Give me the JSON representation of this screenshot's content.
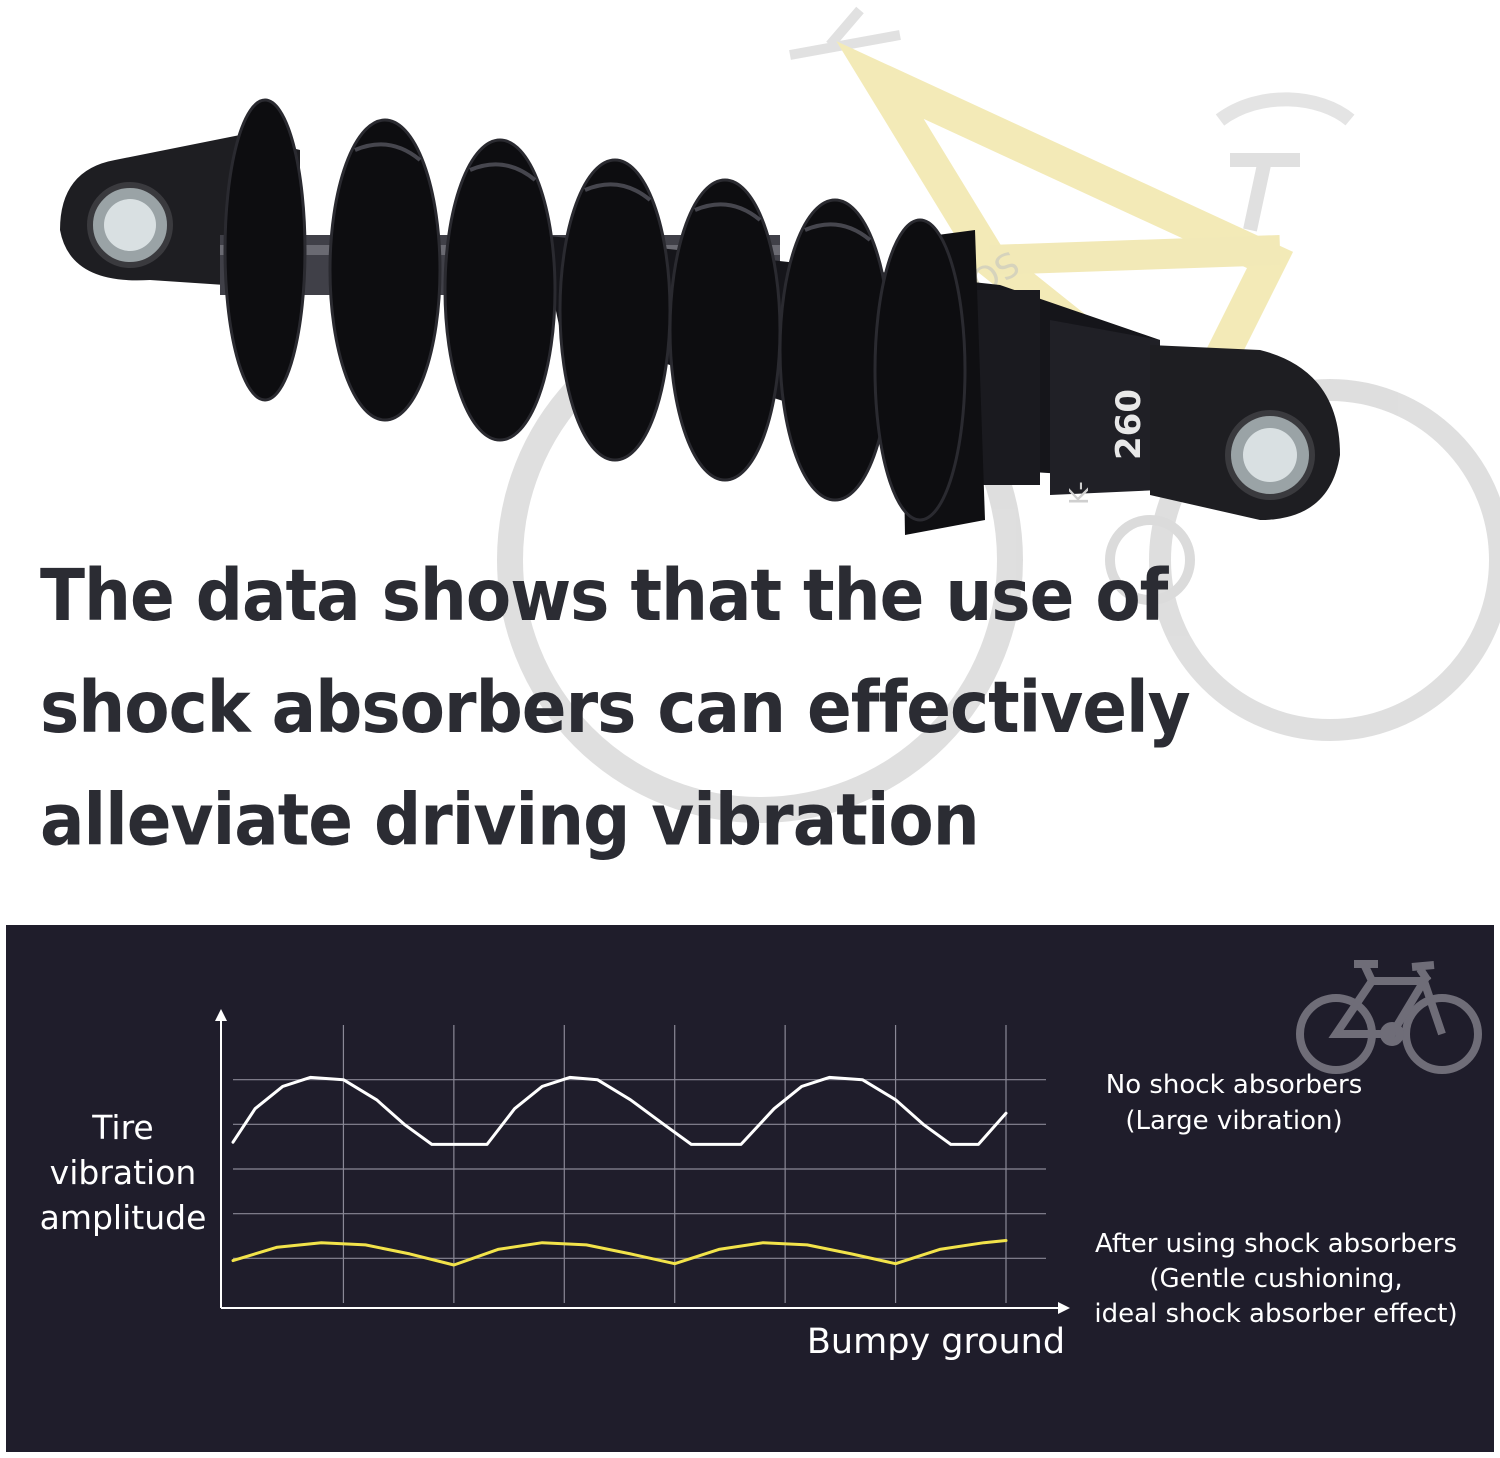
{
  "headline": {
    "lines": [
      "The data shows that the use of",
      "shock absorbers can effectively",
      "alleviate driving vibration"
    ]
  },
  "product": {
    "brand_mark": "K-",
    "model_number": "260"
  },
  "colors": {
    "headline_text": "#2b2c33",
    "panel_background": "#1f1d2b",
    "grid": "#8a8896",
    "no_absorber_line": "#ffffff",
    "with_absorber_line": "#f2e34a",
    "bike_frame_yellow": "#f0e7a6"
  },
  "chart_data": {
    "type": "line",
    "title": "",
    "xlabel": "Bumpy ground",
    "ylabel": "Tire vibration amplitude",
    "ylabel_lines": [
      "Tire",
      "vibration",
      "amplitude"
    ],
    "xlim": [
      0,
      7
    ],
    "ylim": [
      0,
      6
    ],
    "grid": true,
    "x_ticks": [
      0,
      1,
      2,
      3,
      4,
      5,
      6,
      7
    ],
    "y_gridlines": [
      1,
      2,
      3,
      4,
      5
    ],
    "series": [
      {
        "key": "no_absorber",
        "name": "No shock absorbers (Large vibration)",
        "legend_lines": [
          "No shock absorbers",
          "(Large vibration)"
        ],
        "color": "#ffffff",
        "x": [
          0,
          0.2,
          0.45,
          0.7,
          1.0,
          1.3,
          1.55,
          1.8,
          2.0,
          2.3,
          2.55,
          2.8,
          3.05,
          3.3,
          3.6,
          3.9,
          4.15,
          4.4,
          4.6,
          4.9,
          5.15,
          5.4,
          5.7,
          6.0,
          6.25,
          6.5,
          6.75,
          7.0
        ],
        "y": [
          3.6,
          4.35,
          4.85,
          5.05,
          5.0,
          4.55,
          4.0,
          3.55,
          3.55,
          3.55,
          4.35,
          4.85,
          5.05,
          5.0,
          4.55,
          4.0,
          3.55,
          3.55,
          3.55,
          4.35,
          4.85,
          5.05,
          5.0,
          4.55,
          4.0,
          3.55,
          3.55,
          4.25
        ]
      },
      {
        "key": "with_absorber",
        "name": "After using shock absorbers (Gentle cushioning, ideal shock absorber effect)",
        "legend_lines": [
          "After using shock absorbers",
          "(Gentle cushioning,",
          "ideal shock absorber effect)"
        ],
        "color": "#f2e34a",
        "x": [
          0,
          0.4,
          0.8,
          1.2,
          1.6,
          2.0,
          2.4,
          2.8,
          3.2,
          3.6,
          4.0,
          4.4,
          4.8,
          5.2,
          5.6,
          6.0,
          6.4,
          6.8,
          7.0
        ],
        "y": [
          0.95,
          1.25,
          1.35,
          1.3,
          1.1,
          0.85,
          1.2,
          1.35,
          1.3,
          1.1,
          0.88,
          1.2,
          1.35,
          1.3,
          1.1,
          0.88,
          1.2,
          1.35,
          1.4
        ]
      }
    ]
  }
}
